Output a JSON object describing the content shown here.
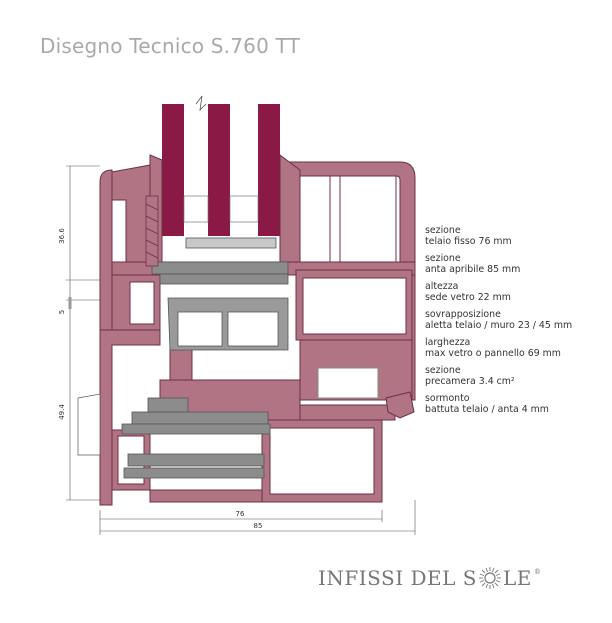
{
  "title": "Disegno Tecnico S.760 TT",
  "specs": [
    {
      "line1": "sezione",
      "line2": "telaio fisso 76 mm"
    },
    {
      "line1": "sezione",
      "line2": "anta apribile 85 mm"
    },
    {
      "line1": "altezza",
      "line2": "sede vetro 22 mm"
    },
    {
      "line1": "sovrapposizione",
      "line2": "aletta telaio / muro 23 / 45 mm"
    },
    {
      "line1": "larghezza",
      "line2": "max vetro o pannello 69 mm"
    },
    {
      "line1": "sezione",
      "line2": "precamera 3.4 cm²"
    },
    {
      "line1": "sormonto",
      "line2": "battuta telaio / anta 4 mm"
    }
  ],
  "dimensions": {
    "v_upper": "36.6",
    "v_mid": "5",
    "v_lower": "49.4",
    "h_inner": "76",
    "h_outer": "85"
  },
  "brand": {
    "part1": "INFISSI DEL S",
    "part2": "LE",
    "reg": "®"
  },
  "colors": {
    "profile": "#b07484",
    "profile_dark": "#6e2f45",
    "glass_bars": "#8a1a45",
    "gasket": "#8c8c8c",
    "title": "#a9a9a9"
  }
}
